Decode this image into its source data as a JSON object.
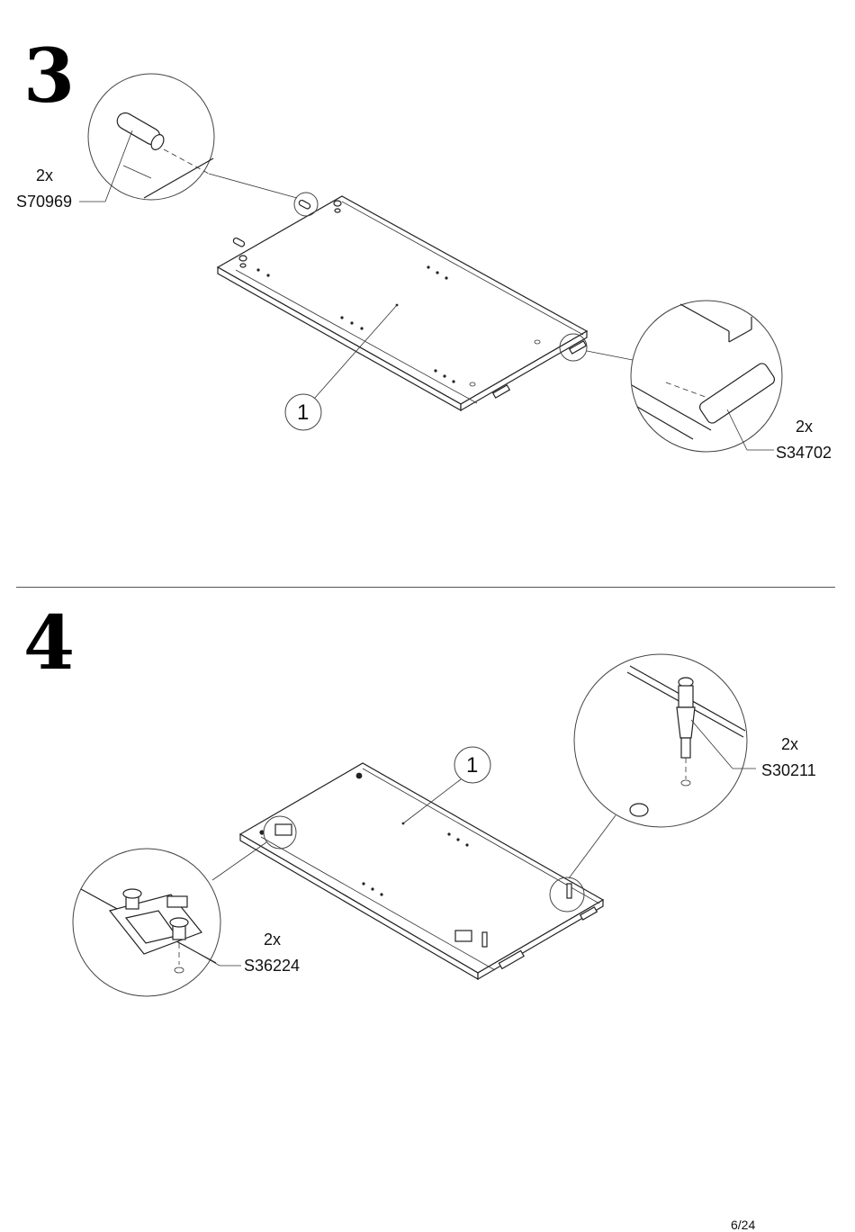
{
  "page_number": "6/24",
  "step3": {
    "number": "3",
    "part_callout": "1",
    "dowel": {
      "qty": "2x",
      "code": "S70969"
    },
    "plug": {
      "qty": "2x",
      "code": "S34702"
    }
  },
  "step4": {
    "number": "4",
    "part_callout": "1",
    "bolt": {
      "qty": "2x",
      "code": "S30211"
    },
    "hinge_plate": {
      "qty": "2x",
      "code": "S36224"
    }
  }
}
